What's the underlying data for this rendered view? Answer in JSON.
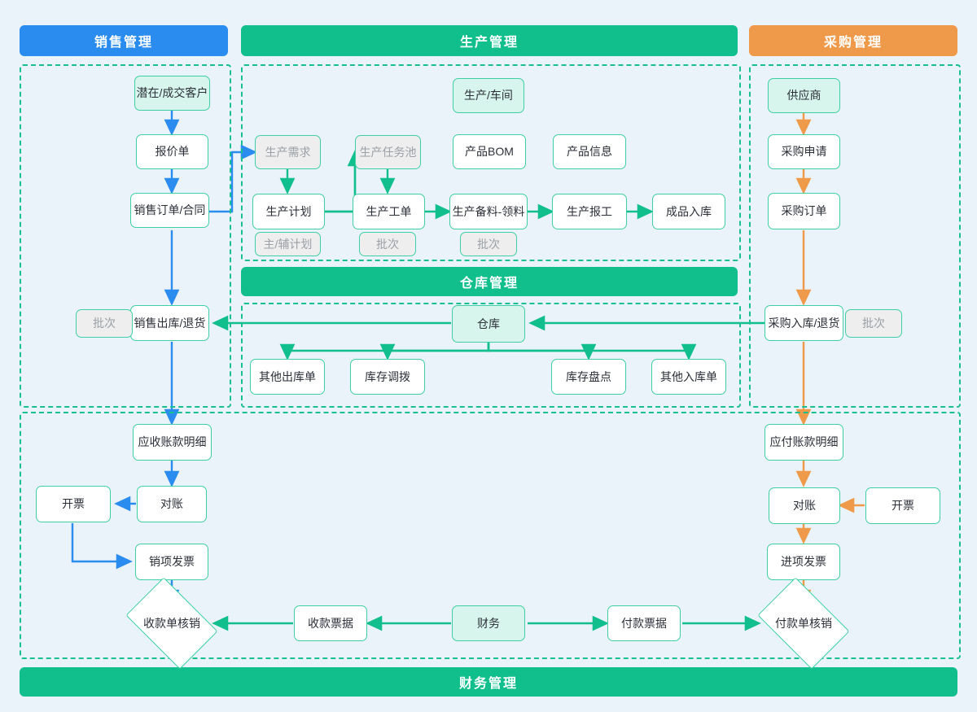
{
  "headers": {
    "sales": "销售管理",
    "production": "生产管理",
    "purchase": "采购管理",
    "warehouse": "仓库管理",
    "finance": "财务管理"
  },
  "colors": {
    "sales_blue": "#2b8cf0",
    "production_green": "#11bf8d",
    "purchase_orange": "#ef9a4a",
    "warehouse_green": "#11bf8d",
    "finance_green": "#11bf8d",
    "node_border": "#3fcfa4",
    "tint_fill": "#d7f5ec",
    "muted_fill": "#eeeeee",
    "background": "#eaf2fa"
  },
  "sales": {
    "customer": "潜在/成交客户",
    "quotation": "报价单",
    "order": "销售订单/合同",
    "outbound": "销售出库/退货",
    "batch": "批次"
  },
  "production": {
    "workshop": "生产/车间",
    "demand": "生产需求",
    "task_pool": "生产任务池",
    "bom": "产品BOM",
    "product_info": "产品信息",
    "plan": "生产计划",
    "work_order": "生产工单",
    "picking": "生产备料-领料",
    "reporting": "生产报工",
    "finished_in": "成品入库",
    "plan_tag": "主/辅计划",
    "work_order_tag": "批次",
    "picking_tag": "批次"
  },
  "purchase": {
    "supplier": "供应商",
    "requisition": "采购申请",
    "order": "采购订单",
    "inbound": "采购入库/退货",
    "batch": "批次"
  },
  "warehouse": {
    "hub": "仓库",
    "other_out": "其他出库单",
    "transfer": "库存调拨",
    "stocktake": "库存盘点",
    "other_in": "其他入库单"
  },
  "finance": {
    "receivable": "应收账款明细",
    "recon_left": "对账",
    "invoice_left": "开票",
    "output_invoice": "销项发票",
    "receipt_writeoff": "收款单核销",
    "receipt_voucher": "收款票据",
    "hub": "财务",
    "payment_voucher": "付款票据",
    "payment_writeoff": "付款单核销",
    "payable": "应付账款明细",
    "recon_right": "对账",
    "invoice_right": "开票",
    "input_invoice": "进项发票"
  }
}
